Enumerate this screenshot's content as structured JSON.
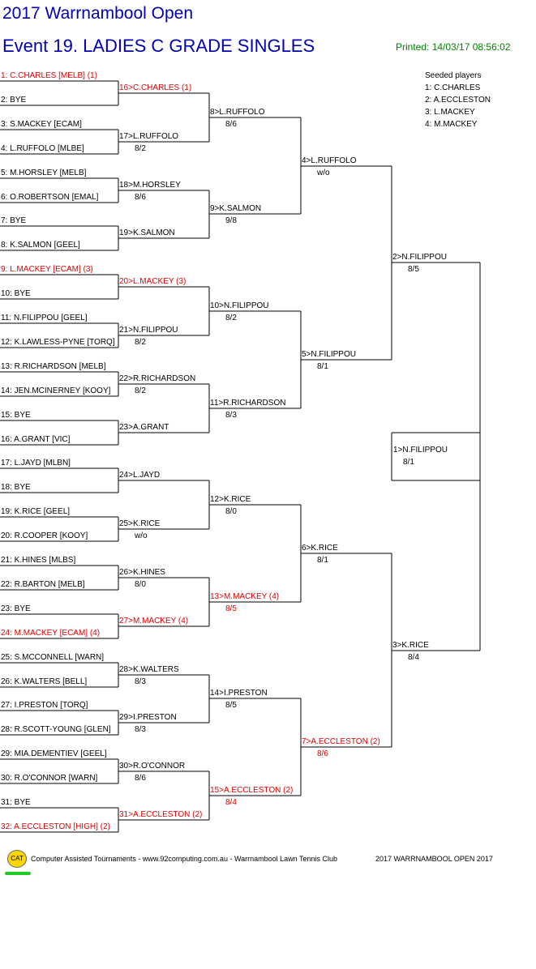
{
  "header": {
    "title": "2017 Warrnambool Open",
    "event": "Event 19. LADIES C GRADE SINGLES",
    "printed": "Printed: 14/03/17 08:56:02"
  },
  "seeds": {
    "heading": "Seeded players",
    "list": [
      "1: C.CHARLES",
      "2: A.ECCLESTON",
      "3: L.MACKEY",
      "4: M.MACKEY"
    ]
  },
  "draw": {
    "round1": [
      {
        "text": "1: C.CHARLES [MELB] (1)",
        "seed": true
      },
      {
        "text": "2: BYE"
      },
      {
        "text": "3: S.MACKEY [ECAM]"
      },
      {
        "text": "4: L.RUFFOLO [MLBE]"
      },
      {
        "text": "5: M.HORSLEY [MELB]"
      },
      {
        "text": "6: O.ROBERTSON [EMAL]"
      },
      {
        "text": "7: BYE"
      },
      {
        "text": "8: K.SALMON [GEEL]"
      },
      {
        "text": "9: L.MACKEY [ECAM] (3)",
        "seed": true
      },
      {
        "text": "10: BYE"
      },
      {
        "text": "11: N.FILIPPOU [GEEL]"
      },
      {
        "text": "12: K.LAWLESS-PYNE [TORQ]"
      },
      {
        "text": "13: R.RICHARDSON [MELB]"
      },
      {
        "text": "14: JEN.MCINERNEY [KOOY]"
      },
      {
        "text": "15: BYE"
      },
      {
        "text": "16: A.GRANT [VIC]"
      },
      {
        "text": "17: L.JAYD [MLBN]"
      },
      {
        "text": "18: BYE"
      },
      {
        "text": "19: K.RICE [GEEL]"
      },
      {
        "text": "20: R.COOPER [KOOY]"
      },
      {
        "text": "21: K.HINES [MLBS]"
      },
      {
        "text": "22: R.BARTON [MELB]"
      },
      {
        "text": "23: BYE"
      },
      {
        "text": "24: M.MACKEY [ECAM] (4)",
        "seed": true
      },
      {
        "text": "25: S.MCCONNELL [WARN]"
      },
      {
        "text": "26: K.WALTERS [BELL]"
      },
      {
        "text": "27: I.PRESTON [TORQ]"
      },
      {
        "text": "28: R.SCOTT-YOUNG [GLEN]"
      },
      {
        "text": "29: MIA.DEMENTIEV [GEEL]"
      },
      {
        "text": "30: R.O'CONNOR [WARN]"
      },
      {
        "text": "31: BYE"
      },
      {
        "text": "32: A.ECCLESTON [HIGH] (2)",
        "seed": true
      }
    ],
    "round2": [
      {
        "text": "16>C.CHARLES (1)",
        "score": "",
        "seed": true
      },
      {
        "text": "17>L.RUFFOLO",
        "score": "8/2"
      },
      {
        "text": "18>M.HORSLEY",
        "score": "8/6"
      },
      {
        "text": "19>K.SALMON",
        "score": ""
      },
      {
        "text": "20>L.MACKEY (3)",
        "score": "",
        "seed": true
      },
      {
        "text": "21>N.FILIPPOU",
        "score": "8/2"
      },
      {
        "text": "22>R.RICHARDSON",
        "score": "8/2"
      },
      {
        "text": "23>A.GRANT",
        "score": ""
      },
      {
        "text": "24>L.JAYD",
        "score": ""
      },
      {
        "text": "25>K.RICE",
        "score": "w/o"
      },
      {
        "text": "26>K.HINES",
        "score": "8/0"
      },
      {
        "text": "27>M.MACKEY (4)",
        "score": "",
        "seed": true
      },
      {
        "text": "28>K.WALTERS",
        "score": "8/3"
      },
      {
        "text": "29>I.PRESTON",
        "score": "8/3"
      },
      {
        "text": "30>R.O'CONNOR",
        "score": "8/6"
      },
      {
        "text": "31>A.ECCLESTON (2)",
        "score": "",
        "seed": true
      }
    ],
    "round3": [
      {
        "text": "8>L.RUFFOLO",
        "score": "8/6"
      },
      {
        "text": "9>K.SALMON",
        "score": "9/8"
      },
      {
        "text": "10>N.FILIPPOU",
        "score": "8/2"
      },
      {
        "text": "11>R.RICHARDSON",
        "score": "8/3"
      },
      {
        "text": "12>K.RICE",
        "score": "8/0"
      },
      {
        "text": "13>M.MACKEY (4)",
        "score": "8/5",
        "seed": true
      },
      {
        "text": "14>I.PRESTON",
        "score": "8/5"
      },
      {
        "text": "15>A.ECCLESTON (2)",
        "score": "8/4",
        "seed": true
      }
    ],
    "round4": [
      {
        "text": "4>L.RUFFOLO",
        "score": "w/o"
      },
      {
        "text": "5>N.FILIPPOU",
        "score": "8/1"
      },
      {
        "text": "6>K.RICE",
        "score": "8/1"
      },
      {
        "text": "7>A.ECCLESTON (2)",
        "score": "8/6",
        "seed": true
      }
    ],
    "round5": [
      {
        "text": "2>N.FILIPPOU",
        "score": "8/5"
      },
      {
        "text": "3>K.RICE",
        "score": "8/4"
      }
    ],
    "final": {
      "text": "1>N.FILIPPOU",
      "score": "8/1"
    }
  },
  "footer": {
    "logo": "CAT",
    "left": "Computer Assisted Tournaments - www.92computing.com.au -  Warrnambool Lawn Tennis Club",
    "right": "2017 WARRNAMBOOL OPEN 2017"
  },
  "colors": {
    "title": "#0000b4",
    "seed": "#e00000",
    "printed": "#008000",
    "logo": "#ffd700"
  }
}
